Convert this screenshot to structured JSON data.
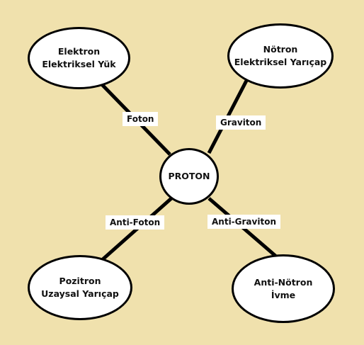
{
  "colors": {
    "background": "#f0e1ad",
    "node_fill": "#ffffff",
    "stroke": "#000000"
  },
  "center": {
    "label": "PROTON"
  },
  "nodes": {
    "top_left": {
      "line1": "Elektron",
      "line2": "Elektriksel Yük"
    },
    "top_right": {
      "line1": "Nötron",
      "line2": "Elektriksel Yarıçap"
    },
    "bottom_left": {
      "line1": "Pozitron",
      "line2": "Uzaysal Yarıçap"
    },
    "bottom_right": {
      "line1": "Anti-Nötron",
      "line2": "İvme"
    }
  },
  "edges": {
    "top_left": {
      "label": "Foton"
    },
    "top_right": {
      "label": "Graviton"
    },
    "bottom_left": {
      "label": "Anti-Foton"
    },
    "bottom_right": {
      "label": "Anti-Graviton"
    }
  }
}
